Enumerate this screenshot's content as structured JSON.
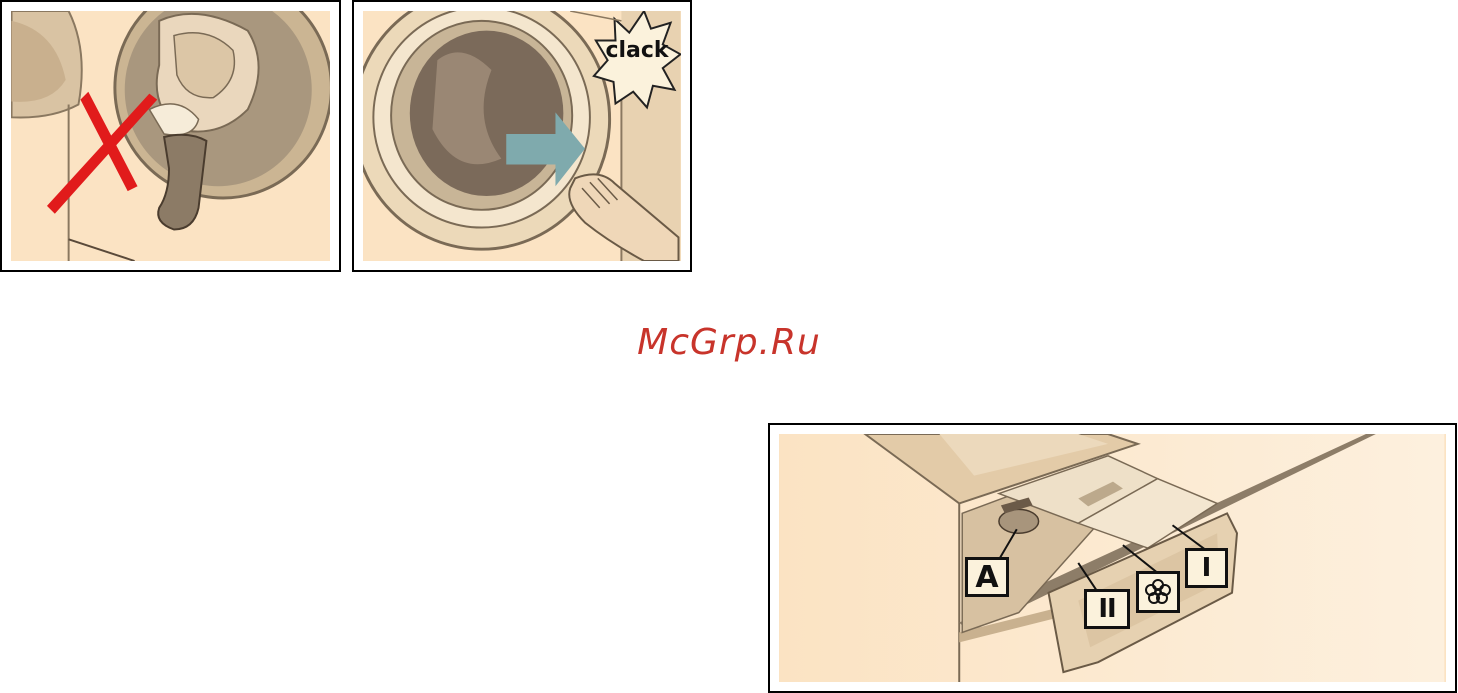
{
  "panels": {
    "do_not_overload": {
      "mark": "red-cross"
    },
    "close_door": {
      "sound_label": "clack",
      "arrow_color": "#7faaad"
    },
    "detergent_drawer": {
      "compartments": [
        {
          "id": "A",
          "label": "A"
        },
        {
          "id": "II",
          "label": "II"
        },
        {
          "id": "softener",
          "icon": "flower-icon"
        },
        {
          "id": "I",
          "label": "I"
        }
      ]
    }
  },
  "watermark": {
    "text": "McGrp.Ru",
    "color": "#c8342b"
  },
  "palette": {
    "background": "#fbe3c3",
    "drum": "#7b6a5a",
    "cross": "#e11b1b"
  }
}
